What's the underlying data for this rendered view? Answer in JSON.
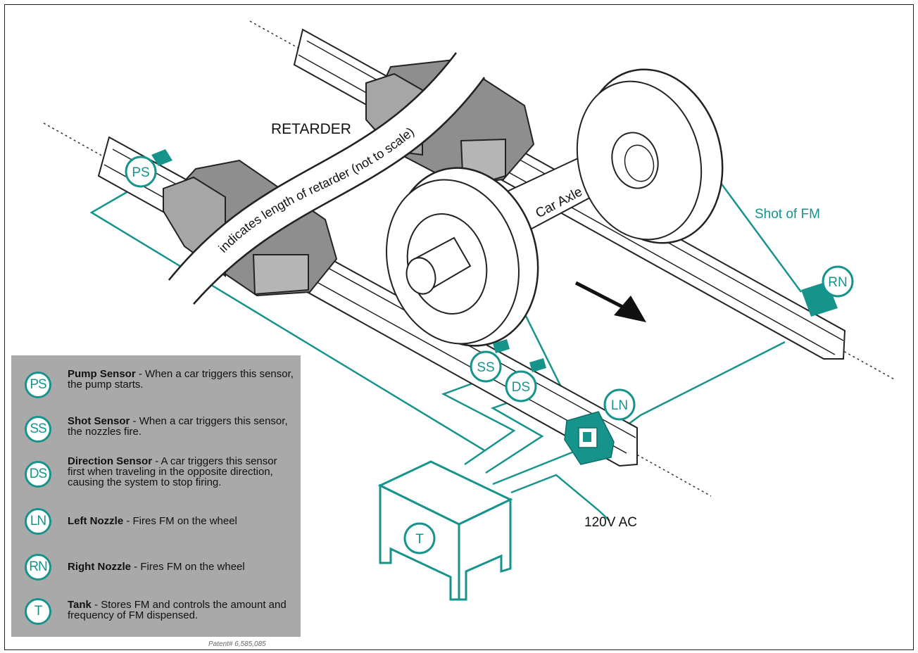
{
  "labels": {
    "retarder": "RETARDER",
    "retarder_note": "indicates length of retarder (not to scale)",
    "car_axle": "Car Axle",
    "shot_of_fm": "Shot of FM",
    "power": "120V AC"
  },
  "badges": {
    "ps": "PS",
    "ss": "SS",
    "ds": "DS",
    "ln": "LN",
    "rn": "RN",
    "t": "T"
  },
  "legend": [
    {
      "code": "PS",
      "term": "Pump Sensor",
      "desc": " - When a car triggers this sensor, the pump starts."
    },
    {
      "code": "SS",
      "term": "Shot Sensor",
      "desc": " - When a car triggers this sensor, the nozzles fire."
    },
    {
      "code": "DS",
      "term": "Direction Sensor",
      "desc": " - A car triggers this sensor first when traveling in the opposite direction, causing the system to stop firing."
    },
    {
      "code": "LN",
      "term": "Left Nozzle",
      "desc": " - Fires FM on the wheel"
    },
    {
      "code": "RN",
      "term": "Right Nozzle",
      "desc": " - Fires FM on the wheel"
    },
    {
      "code": "T",
      "term": "Tank",
      "desc": " - Stores FM and controls the amount and frequency of FM dispensed."
    }
  ],
  "patent": "Patent# 6,585,085",
  "colors": {
    "teal": "#16948c",
    "retarder_gray": "#8e8e8e",
    "legend_bg": "#a9a9a9",
    "line": "#222222"
  }
}
